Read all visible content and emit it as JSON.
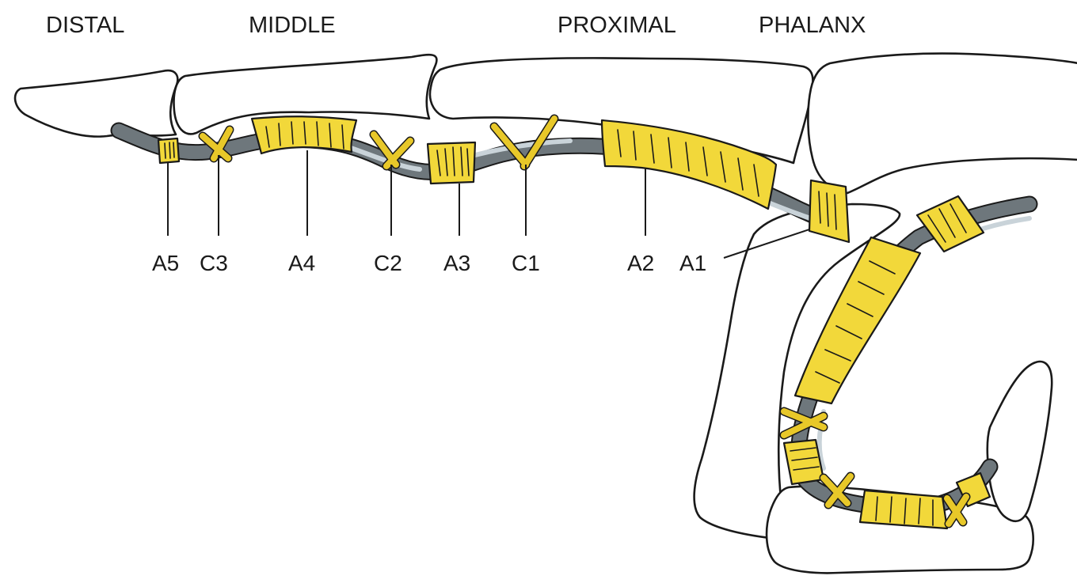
{
  "headings": {
    "distal": "DISTAL",
    "middle": "MIDDLE",
    "proximal": "PROXIMAL",
    "phalanx": "PHALANX"
  },
  "pulley_labels": {
    "a5": "A5",
    "c3": "C3",
    "a4": "A4",
    "c2": "C2",
    "a3": "A3",
    "c1": "C1",
    "a2": "A2",
    "a1": "A1"
  },
  "colors": {
    "pulley_fill": "#f2d83a",
    "tendon": "#6e777c",
    "tendon_highlight": "#c9d3d9",
    "outline": "#1a1a1a",
    "bone": "#ffffff"
  }
}
